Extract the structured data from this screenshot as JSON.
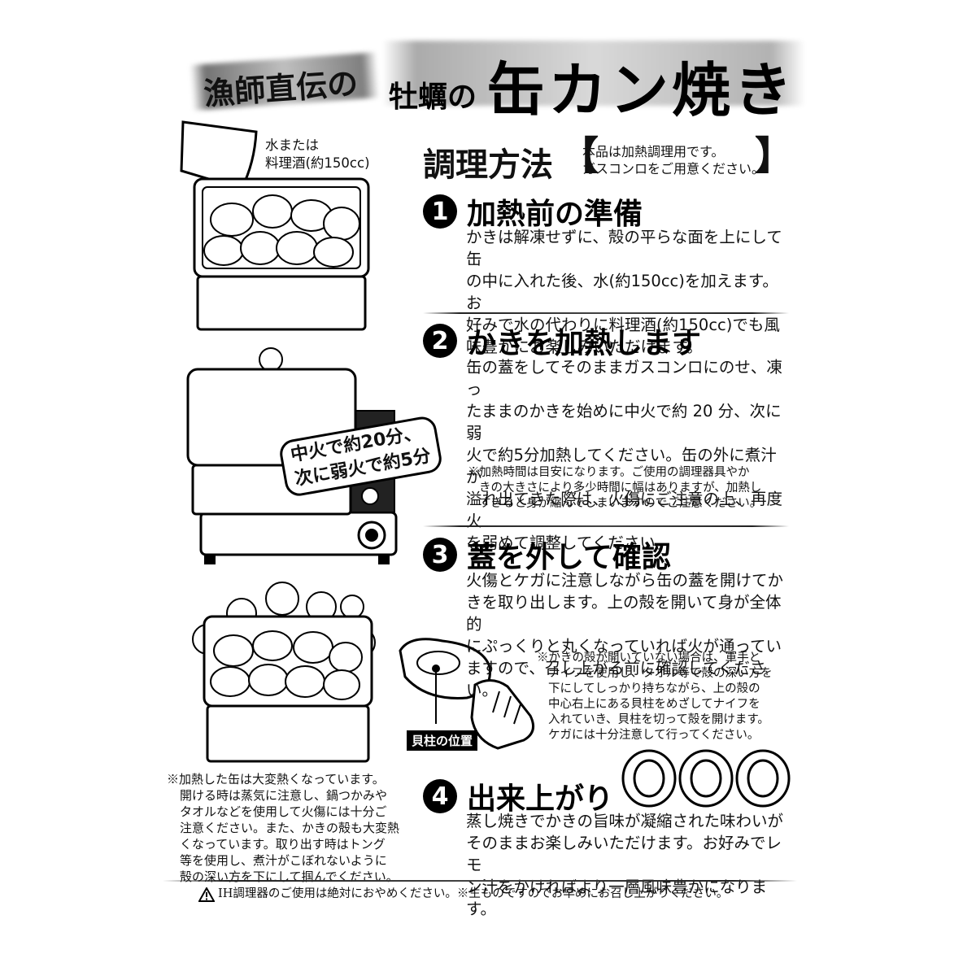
{
  "header": {
    "subtitle": "漁師直伝の",
    "title_small": "牡蠣の",
    "title_big": "缶カン焼き"
  },
  "cooking": {
    "heading": "調理方法",
    "bracket_note_line1": "本品は加熱調理用です。",
    "bracket_note_line2": "ガスコンロをご用意ください。"
  },
  "illustration": {
    "water_label_line1": "水または",
    "water_label_line2": "料理酒(約150cc)",
    "heat_label_line1": "中火で約20分、",
    "heat_label_line2": "次に弱火で約5分",
    "adductor_label": "貝柱の位置"
  },
  "steps": [
    {
      "number": "1",
      "title": "加熱前の準備",
      "lines": [
        "かきは解凍せずに、殻の平らな面を上にして缶",
        "の中に入れた後、水(約150cc)を加えます。お",
        "好みで水の代わりに料理酒(約150cc)でも風",
        "味豊かにお楽しみいただけます。"
      ]
    },
    {
      "number": "2",
      "title": "かきを加熱します",
      "lines": [
        "缶の蓋をしてそのままガスコンロにのせ、凍っ",
        "たままのかきを始めに中火で約 20 分、次に弱",
        "火で約5分加熱してください。缶の外に煮汁が",
        "溢れ出てきた際は、火傷にご注意の上、再度火",
        "を弱めて調整してください。"
      ],
      "note": [
        "※加熱時間は目安になります。ご使用の調理器具やか",
        "きの大きさにより多少時間に幅はありますが、加熱し",
        "すぎると身が縮んでしまいますのでご注意ください。"
      ]
    },
    {
      "number": "3",
      "title": "蓋を外して確認",
      "lines": [
        "火傷とケガに注意しながら缶の蓋を開けてか",
        "きを取り出します。上の殻を開いて身が全体的",
        "にぷっくりと丸くなっていれば火が通ってい",
        "ますので、召し上がる前に確認してください。"
      ],
      "note": [
        "※かきの殻が開いていない場合は、軍手と",
        "ナイフを使用し、タオル等で殻の深い方を",
        "下にしてしっかり持ちながら、上の殻の",
        "中心右上にある貝柱をめざしてナイフを",
        "入れていき、貝柱を切って殻を開けます。",
        "ケガには十分注意して行ってください。"
      ]
    },
    {
      "number": "4",
      "title": "出来上がり",
      "lines": [
        "蒸し焼きでかきの旨味が凝縮された味わいが",
        "そのままお楽しみいただけます。お好みでレモ",
        "ン汁をかければより一層風味豊かになります。"
      ]
    }
  ],
  "left_note": [
    "※加熱した缶は大変熱くなっています。",
    "開ける時は蒸気に注意し、鍋つかみや",
    "タオルなどを使用して火傷には十分ご",
    "注意ください。また、かきの殻も大変熱",
    "くなっています。取り出す時はトング",
    "等を使用し、煮汁がこぼれないように",
    "殻の深い方を下にして掴んでください。"
  ],
  "footer": {
    "warning": "IH調理器のご使用は絶対におやめください。※生ものですのでお早めにお召し上がりください。"
  }
}
